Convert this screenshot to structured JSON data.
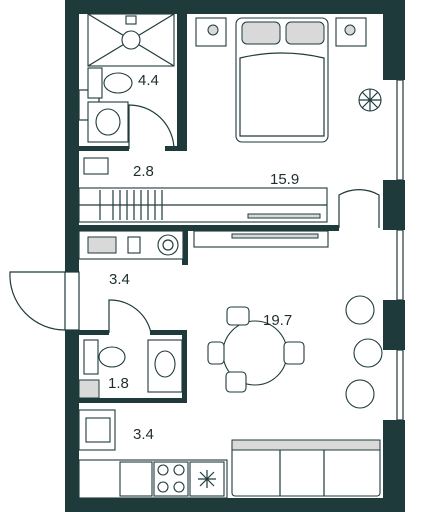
{
  "rooms": [
    {
      "id": "bathroom",
      "area": "4.4"
    },
    {
      "id": "hallway-upper",
      "area": "2.8"
    },
    {
      "id": "bedroom",
      "area": "15.9"
    },
    {
      "id": "hallway-lower",
      "area": "3.4"
    },
    {
      "id": "living",
      "area": "19.7"
    },
    {
      "id": "wc",
      "area": "1.8"
    },
    {
      "id": "kitchen",
      "area": "3.4"
    }
  ],
  "colors": {
    "wall": "#1f3a3b",
    "fixture_fill": "#d9d9d9",
    "background": "#ffffff"
  },
  "icons": [
    "bed-icon",
    "bathtub-icon",
    "toilet-icon",
    "sink-icon",
    "washing-machine-icon",
    "dining-table-icon",
    "sofa-icon",
    "stove-icon",
    "plant-icon",
    "door-swing-icon"
  ]
}
